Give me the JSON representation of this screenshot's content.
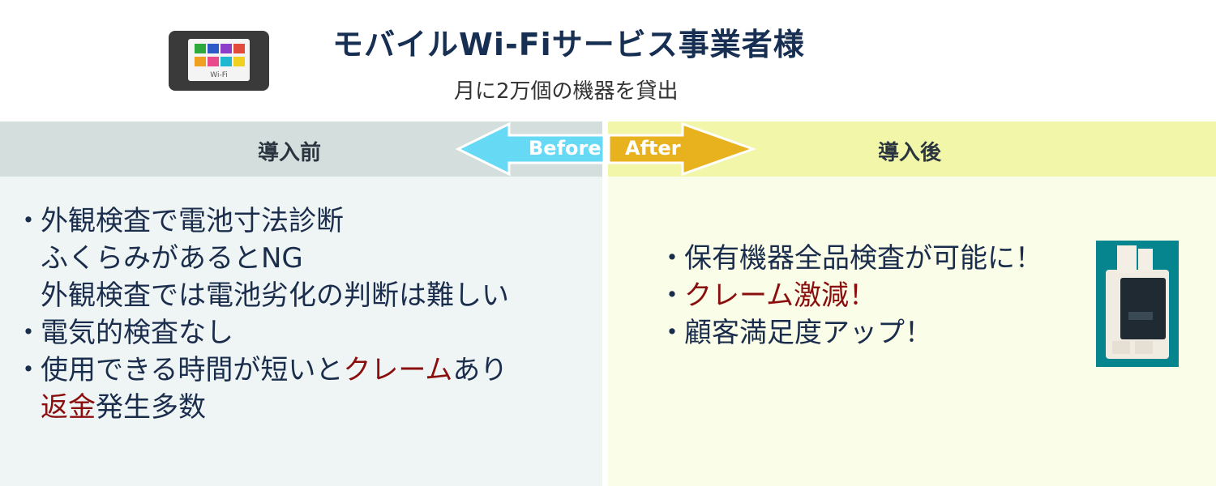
{
  "header": {
    "title": "モバイルWi-Fiサービス事業者様",
    "subtitle": "月に2万個の機器を貸出",
    "device_label": "Wi-Fi"
  },
  "before": {
    "label": "導入前",
    "arrow_text": "Before",
    "bullet": "・",
    "lines": [
      [
        "外観検査で電池寸法診断"
      ],
      [
        "ふくらみがあるとNG"
      ],
      [
        "外観検査では電池劣化の判断は難しい"
      ],
      [
        "電気的検査なし"
      ],
      [
        "使用できる時間が短いと",
        "クレーム",
        "あり"
      ],
      [
        "返金",
        "発生多数"
      ]
    ]
  },
  "after": {
    "label": "導入後",
    "arrow_text": "After",
    "bullet": "・",
    "lines": [
      [
        "保有機器全品検査が可能に！"
      ],
      [
        "クレーム激減！"
      ],
      [
        "顧客満足度アップ！"
      ]
    ]
  },
  "colors": {
    "title": "#172f52",
    "emphasis": "#8b0e0e",
    "before_arrow": "#66d9f4",
    "after_arrow": "#e8b21f",
    "before_bar": "#d4dedd",
    "after_bar": "#f2f6a8"
  },
  "icons": {
    "device": "mobile-wifi-router-icon",
    "tester": "battery-tester-device-icon"
  }
}
